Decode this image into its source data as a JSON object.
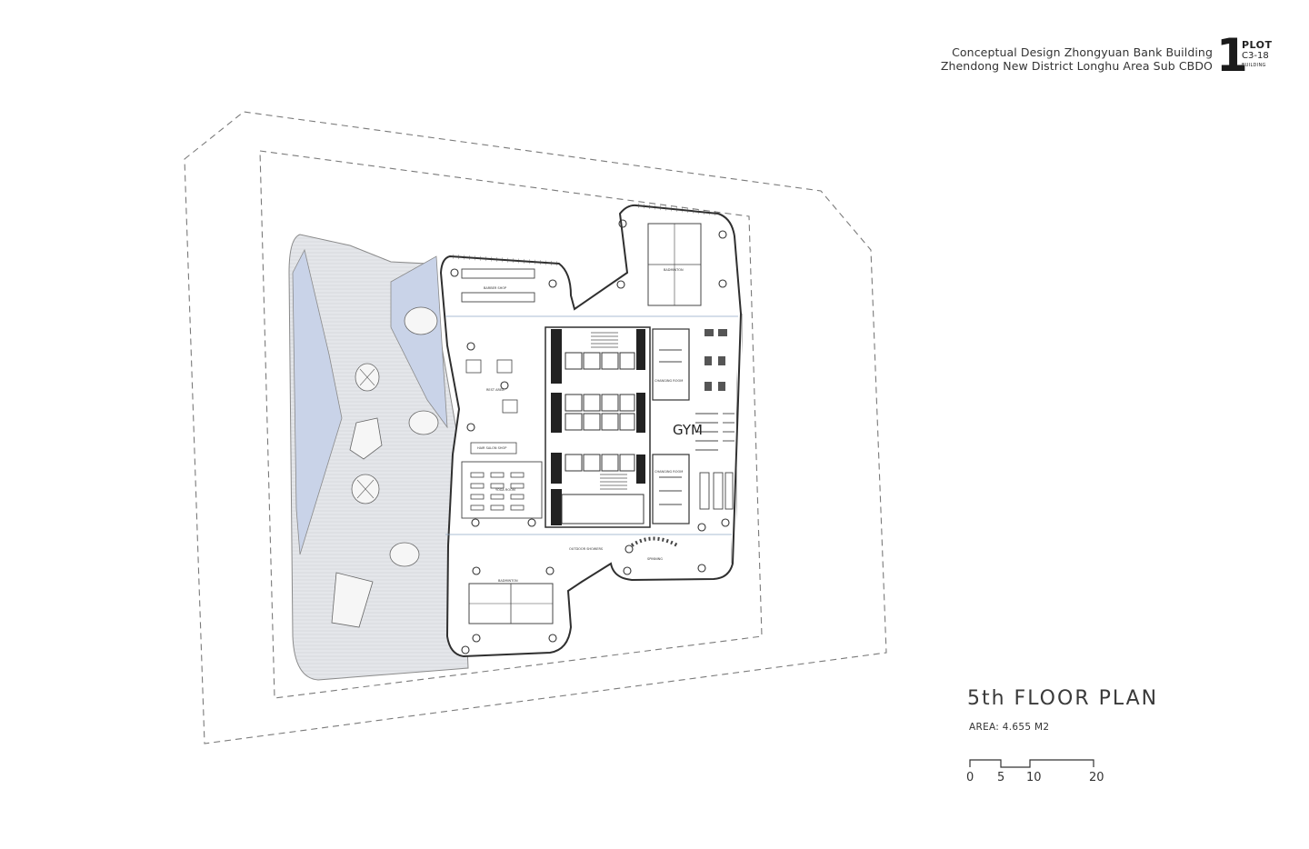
{
  "header": {
    "line1": "Conceptual Design Zhongyuan Bank Building",
    "line2": "Zhendong New District Longhu Area Sub CBDO",
    "number": "1",
    "plot_label": "PLOT",
    "plot_code": "C3-18",
    "plot_sub": "BUILDING"
  },
  "plan": {
    "gym_label": "GYM",
    "rooms": {
      "barber": "BARBER SHOP",
      "rest": "REST AREA",
      "hair": "HAIR SALON SHOP",
      "yoga": "YOGA ROOM",
      "badminton_top": "BADMINTON",
      "badminton_bottom": "BADMINTON",
      "changing_top": "CHANGING ROOM",
      "changing_bottom": "CHANGING ROOM",
      "outdoor": "OUTDOOR SHOWERS",
      "spinning": "SPINNING"
    }
  },
  "footer": {
    "title": "5th FLOOR PLAN",
    "area": "AREA: 4.655 M2",
    "scale_labels": [
      "0",
      "5",
      "10",
      "20"
    ]
  },
  "colors": {
    "line": "#3a3a3a",
    "pool": "#c9d3e8",
    "deck": "#e2e4e8",
    "dash": "#7a7a7a"
  }
}
